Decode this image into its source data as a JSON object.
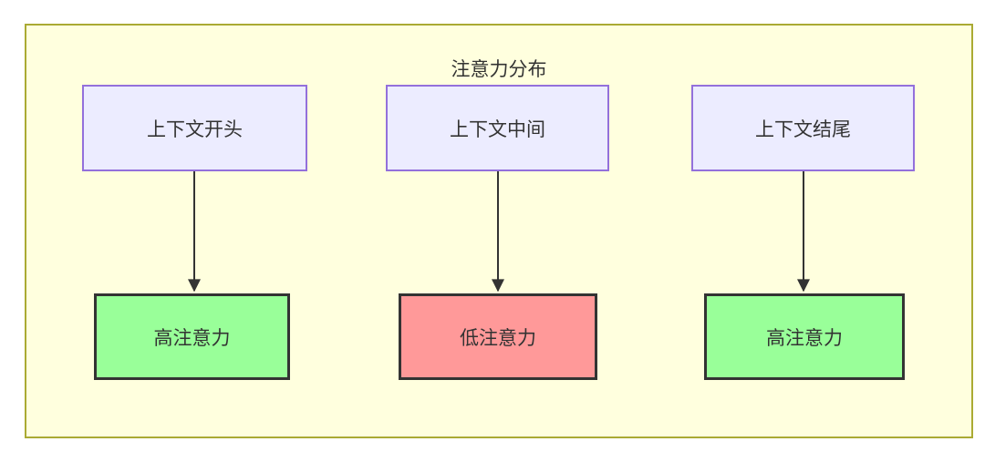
{
  "diagram": {
    "title": "注意力分布",
    "type": "flowchart",
    "columns": [
      {
        "source": "上下文开头",
        "target": "高注意力",
        "level": "high"
      },
      {
        "source": "上下文中间",
        "target": "低注意力",
        "level": "low"
      },
      {
        "source": "上下文结尾",
        "target": "高注意力",
        "level": "high"
      }
    ],
    "edges": [
      {
        "from": "上下文开头",
        "to": "高注意力"
      },
      {
        "from": "上下文中间",
        "to": "低注意力"
      },
      {
        "from": "上下文结尾",
        "to": "高注意力"
      }
    ],
    "colors": {
      "container_background": "#ffffde",
      "container_border": "#aaaa33",
      "source_node_background": "#ececff",
      "source_node_border": "#9370db",
      "high_attention_background": "#99ff99",
      "low_attention_background": "#ff9999",
      "target_node_border": "#333333",
      "arrow": "#333333",
      "text": "#333333"
    }
  }
}
